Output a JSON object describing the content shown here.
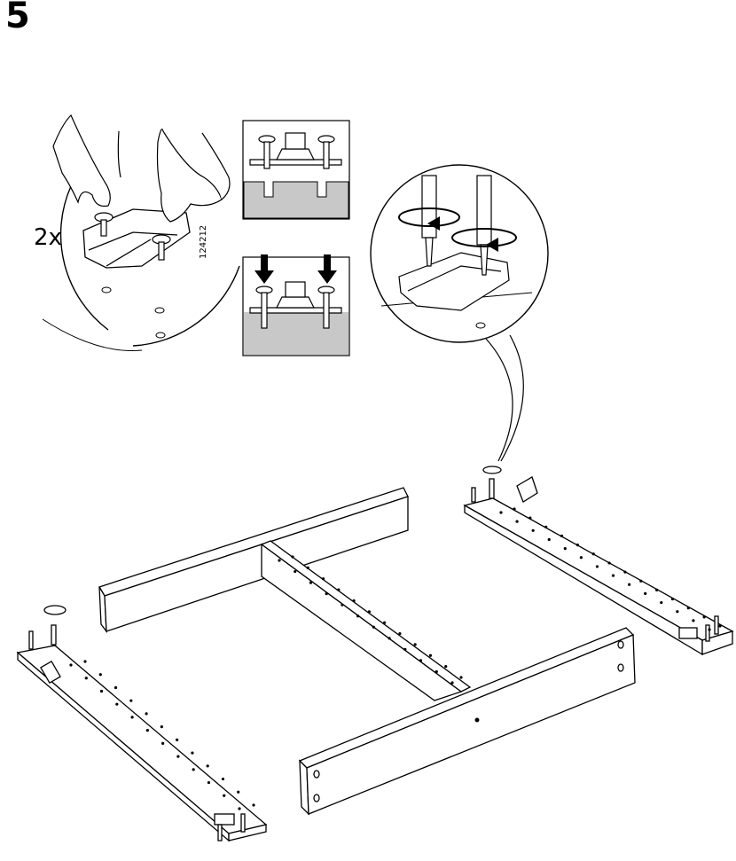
{
  "step": {
    "number": "5"
  },
  "detail": {
    "quantity": "2x",
    "part_number": "124212"
  }
}
